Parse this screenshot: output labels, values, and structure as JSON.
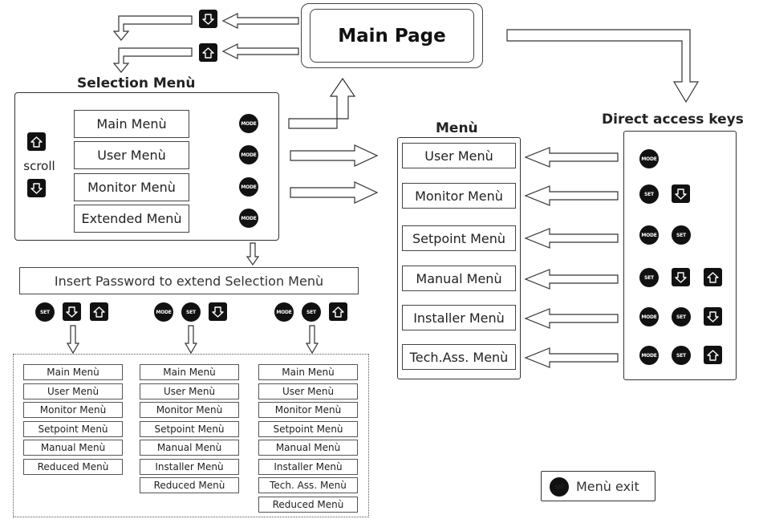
{
  "main_page": {
    "label": "Main Page"
  },
  "selection_menu": {
    "title": "Selection Menù",
    "scroll_label": "scroll",
    "items": [
      {
        "label": "Main Menù",
        "key": "MODE"
      },
      {
        "label": "User Menù",
        "key": "MODE"
      },
      {
        "label": "Monitor Menù",
        "key": "MODE"
      },
      {
        "label": "Extended Menù",
        "key": "MODE"
      }
    ]
  },
  "password_bar": {
    "label": "Insert Password to extend Selection Menù"
  },
  "combos": [
    {
      "keys": [
        "SET",
        "down",
        "up"
      ]
    },
    {
      "keys": [
        "MODE",
        "SET",
        "down"
      ]
    },
    {
      "keys": [
        "MODE",
        "SET",
        "up"
      ]
    }
  ],
  "lists": [
    [
      "Main Menù",
      "User Menù",
      "Monitor Menù",
      "Setpoint Menù",
      "Manual Menù",
      "Reduced Menù"
    ],
    [
      "Main Menù",
      "User Menù",
      "Monitor Menù",
      "Setpoint Menù",
      "Manual Menù",
      "Installer Menù",
      "Reduced Menù"
    ],
    [
      "Main Menù",
      "User Menù",
      "Monitor Menù",
      "Setpoint Menù",
      "Manual Menù",
      "Installer Menù",
      "Tech. Ass. Menù",
      "Reduced Menù"
    ]
  ],
  "menu": {
    "title": "Menù",
    "items": [
      "User Menù",
      "Monitor Menù",
      "Setpoint Menù",
      "Manual Menù",
      "Installer Menù",
      "Tech.Ass. Menù"
    ]
  },
  "direct_access": {
    "title": "Direct access keys",
    "rows": [
      [
        "MODE"
      ],
      [
        "SET",
        "down"
      ],
      [
        "MODE",
        "SET"
      ],
      [
        "SET",
        "down",
        "up"
      ],
      [
        "MODE",
        "SET",
        "down"
      ],
      [
        "MODE",
        "SET",
        "up"
      ]
    ]
  },
  "legend": {
    "key": "SET",
    "label": "Menù exit"
  }
}
